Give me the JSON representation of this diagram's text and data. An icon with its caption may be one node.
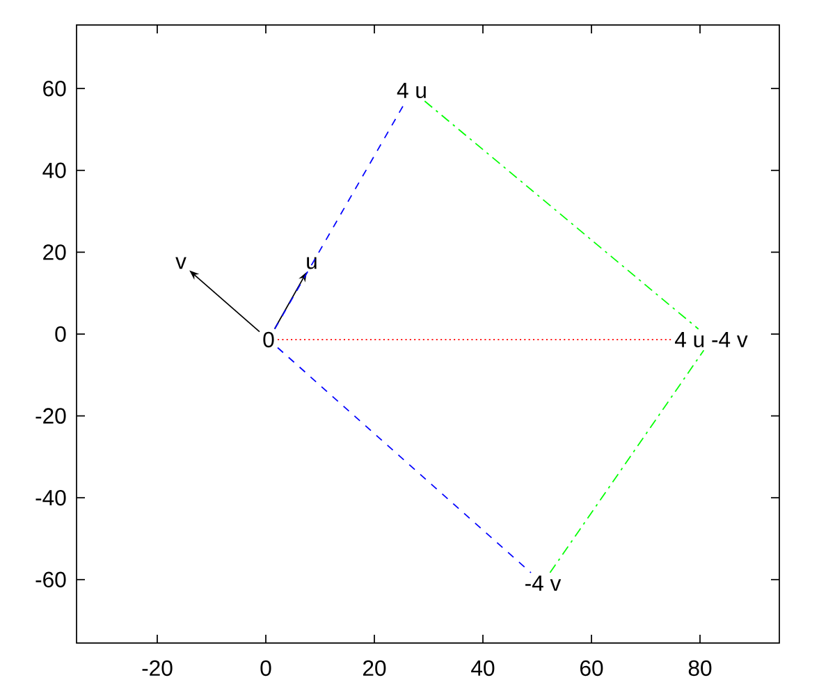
{
  "diagram": {
    "nodes": [
      {
        "text": [
          "0"
        ]
      },
      {
        "text": [
          "u"
        ]
      },
      {
        "text": [
          "v"
        ]
      },
      {
        "text": [
          "4 u"
        ]
      },
      {
        "text": [
          "4 u -4 v"
        ]
      },
      {
        "text": [
          "-4 v"
        ]
      }
    ],
    "edges": [
      {
        "from": 0,
        "to": 1,
        "arrow": "to"
      },
      {
        "from": 0,
        "to": 2,
        "arrow": "to"
      },
      {
        "from": 0,
        "to": 3,
        "arrow": "none",
        "style": "dashed",
        "color": "#0000ff"
      },
      {
        "from": 0,
        "to": 5,
        "arrow": "none",
        "style": "dashed",
        "color": "#0000ff"
      },
      {
        "from": 3,
        "to": 4,
        "arrow": "none",
        "style": "dashed",
        "color": "#00ff00"
      },
      {
        "from": 5,
        "to": 4,
        "arrow": "none",
        "style": "dashed",
        "color": "#00ff00"
      },
      {
        "from": 0,
        "to": 4,
        "arrow": "none",
        "style": "dashed",
        "color": "#ff0000"
      }
    ],
    "labels": [
      "60",
      "40",
      "20",
      "0",
      "-20",
      "-40",
      "-60",
      "-20",
      "0",
      "20",
      "40",
      "60",
      "80"
    ]
  }
}
